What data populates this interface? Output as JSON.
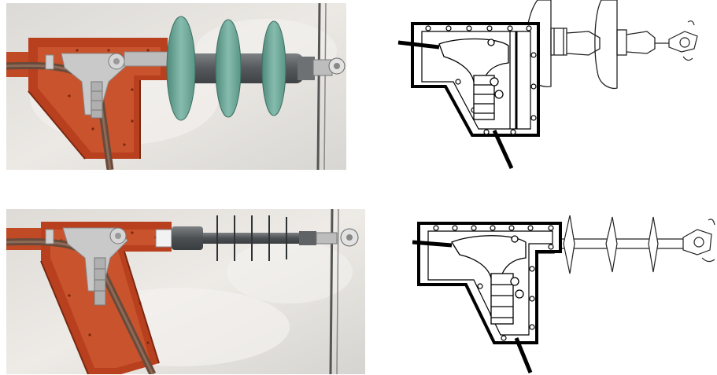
{
  "figure": {
    "panels": [
      {
        "id": "porcelain-render",
        "kind": "rendered-3d",
        "insulator_type": "porcelain",
        "colors": {
          "bracket": "#b8401f",
          "insulator_shed": "#6fa898",
          "insulator_core": "#5f6366",
          "clamp": "#c9c9c9",
          "sky": "#e6e3df"
        }
      },
      {
        "id": "porcelain-drawing",
        "kind": "line-drawing",
        "insulator_type": "porcelain"
      },
      {
        "id": "polymer-render",
        "kind": "rendered-3d",
        "insulator_type": "polymer",
        "colors": {
          "bracket": "#b8401f",
          "insulator_shed": "#3d4044",
          "insulator_core": "#5f6366",
          "clamp": "#c9c9c9",
          "sky": "#e6e3df"
        }
      },
      {
        "id": "polymer-drawing",
        "kind": "line-drawing",
        "insulator_type": "polymer"
      }
    ]
  }
}
